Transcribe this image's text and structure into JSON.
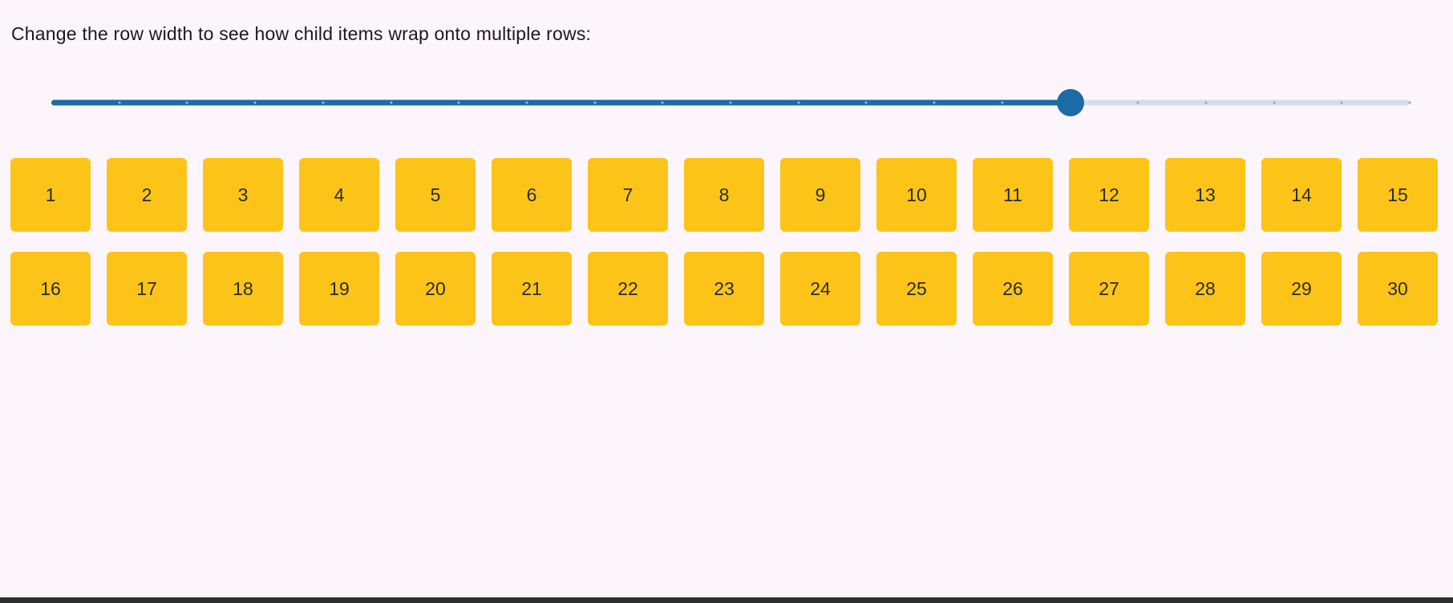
{
  "page": {
    "background": "#fdf5fc",
    "instruction": "Change the row width to see how child items wrap onto multiple rows:"
  },
  "slider": {
    "fill_percent": 75,
    "tick_count": 20,
    "fill_color": "#1b6ba6",
    "track_color": "#d5dee8",
    "thumb_color": "#1b6ba6",
    "tick_color_unfilled": "#91a7bc"
  },
  "items": {
    "count": 30,
    "per_row": 15,
    "color": "#fcc419",
    "text_color": "#2b2b2b",
    "labels": [
      "1",
      "2",
      "3",
      "4",
      "5",
      "6",
      "7",
      "8",
      "9",
      "10",
      "11",
      "12",
      "13",
      "14",
      "15",
      "16",
      "17",
      "18",
      "19",
      "20",
      "21",
      "22",
      "23",
      "24",
      "25",
      "26",
      "27",
      "28",
      "29",
      "30"
    ]
  }
}
